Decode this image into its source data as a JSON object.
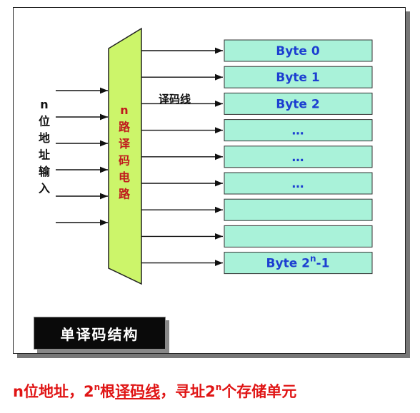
{
  "address_label": "n位地址输入",
  "decoder_label": "n路译码电路",
  "decode_line_label": "译码线",
  "cells": [
    {
      "label": "Byte 0"
    },
    {
      "label": "Byte 1"
    },
    {
      "label": "Byte 2"
    },
    {
      "label": "…"
    },
    {
      "label": "…"
    },
    {
      "label": "…"
    },
    {
      "label": ""
    },
    {
      "label": ""
    },
    {
      "label": "Byte 2",
      "sup": "n",
      "suffix": "-1"
    }
  ],
  "title": "单译码结构",
  "caption": {
    "part1": "n位地址，2",
    "sup1": "n",
    "part2": "根",
    "underlined": "译码线",
    "part3": "，寻址2",
    "sup2": "n",
    "part4": "个存储单元"
  },
  "colors": {
    "decoder_fill": "#ccf56a",
    "decoder_text": "#c0191d",
    "cell_fill": "#a9f2d9",
    "cell_text": "#1d3fd1",
    "caption": "#e01515"
  }
}
